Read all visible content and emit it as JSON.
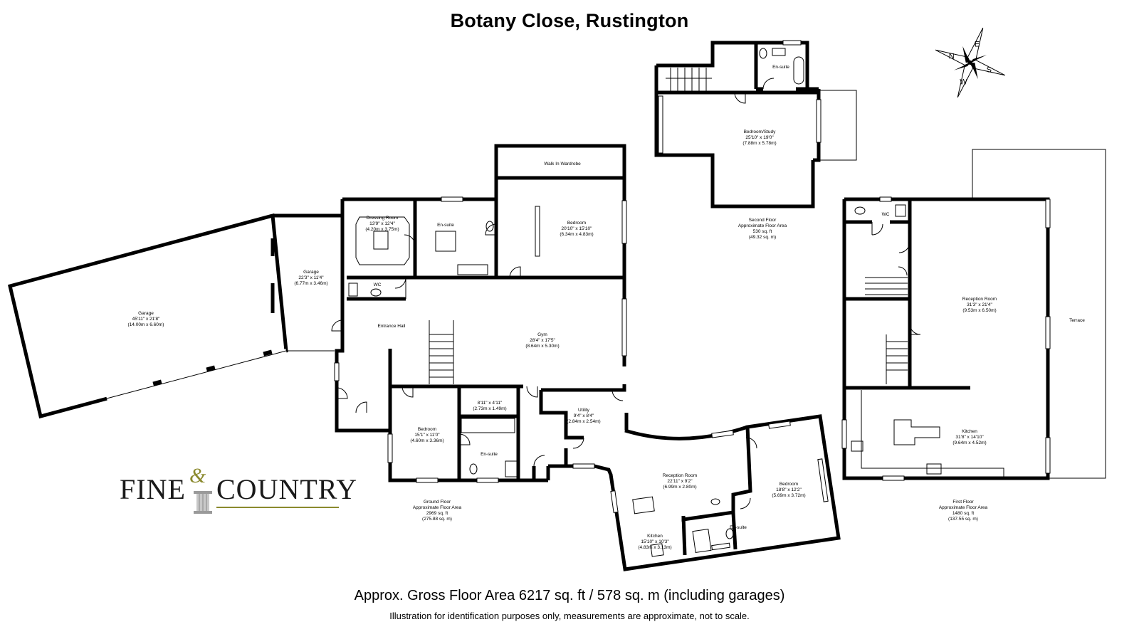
{
  "title": "Botany Close, Rustington",
  "gross_area": "Approx. Gross Floor Area 6217 sq. ft / 578 sq. m (including garages)",
  "disclaimer": "Illustration for identification purposes only, measurements are approximate, not to scale.",
  "logo": {
    "fine": "FINE",
    "amp": "&",
    "country": "COUNTRY"
  },
  "compass": {
    "n": "N",
    "e": "E",
    "s": "S",
    "w": "W"
  },
  "rooms": {
    "garage_large": {
      "name": "Garage",
      "imperial": "45'11\" x 21'8\"",
      "metric": "(14.00m x 6.60m)"
    },
    "garage_small": {
      "name": "Garage",
      "imperial": "22'3\" x 11'4\"",
      "metric": "(6.77m x 3.46m)"
    },
    "dressing_room": {
      "name": "Dressing Room",
      "imperial": "13'9\" x 12'4\"",
      "metric": "(4.20m x 3.75m)"
    },
    "ensuite_gf_top": {
      "name": "En-suite"
    },
    "bedroom_main": {
      "name": "Bedroom",
      "imperial": "20'10\" x 15'10\"",
      "metric": "(6.34m x 4.83m)"
    },
    "walk_in_wardrobe": {
      "name": "Walk In Wardrobe"
    },
    "wc_gf": {
      "name": "WC"
    },
    "entrance_hall": {
      "name": "Entrance Hall"
    },
    "gym": {
      "name": "Gym",
      "imperial": "28'4\" x 17'5\"",
      "metric": "(8.64m x 5.30m)"
    },
    "store": {
      "imperial": "8'11\" x 4'11\"",
      "metric": "(2.73m x 1.49m)"
    },
    "bedroom_gf": {
      "name": "Bedroom",
      "imperial": "15'1\" x 11'0\"",
      "metric": "(4.60m x 3.36m)"
    },
    "ensuite_gf_bottom": {
      "name": "En-suite"
    },
    "utility": {
      "name": "Utility",
      "imperial": "9'4\" x 8'4\"",
      "metric": "(2.84m x 2.54m)"
    },
    "reception_annex": {
      "name": "Reception Room",
      "imperial": "22'11\" x 9'2\"",
      "metric": "(6.99m x 2.80m)"
    },
    "bedroom_annex": {
      "name": "Bedroom",
      "imperial": "18'8\" x 12'2\"",
      "metric": "(5.69m x 3.72m)"
    },
    "ensuite_annex": {
      "name": "En-suite"
    },
    "kitchen_annex": {
      "name": "Kitchen",
      "imperial": "15'10\" x 10'3\"",
      "metric": "(4.83m x 3.13m)"
    },
    "ensuite_sf": {
      "name": "En-suite"
    },
    "bedroom_study": {
      "name": "Bedroom/Study",
      "imperial": "25'10\" x 19'0\"",
      "metric": "(7.88m x 5.78m)"
    },
    "wc_ff": {
      "name": "WC"
    },
    "reception_ff": {
      "name": "Reception Room",
      "imperial": "31'3\" x 21'4\"",
      "metric": "(9.53m x 6.50m)"
    },
    "terrace": {
      "name": "Terrace"
    },
    "kitchen_ff": {
      "name": "Kitchen",
      "imperial": "31'8\" x 14'10\"",
      "metric": "(9.64m x 4.52m)"
    }
  },
  "floors": {
    "ground": {
      "l1": "Ground Floor",
      "l2": "Approximate Floor Area",
      "l3": "2969 sq. ft",
      "l4": "(275.88 sq. m)"
    },
    "second": {
      "l1": "Second Floor",
      "l2": "Approximate Floor Area",
      "l3": "530 sq. ft",
      "l4": "(49.32 sq. m)"
    },
    "first": {
      "l1": "First Floor",
      "l2": "Approximate Floor Area",
      "l3": "1480 sq. ft",
      "l4": "(137.55 sq. m)"
    }
  }
}
